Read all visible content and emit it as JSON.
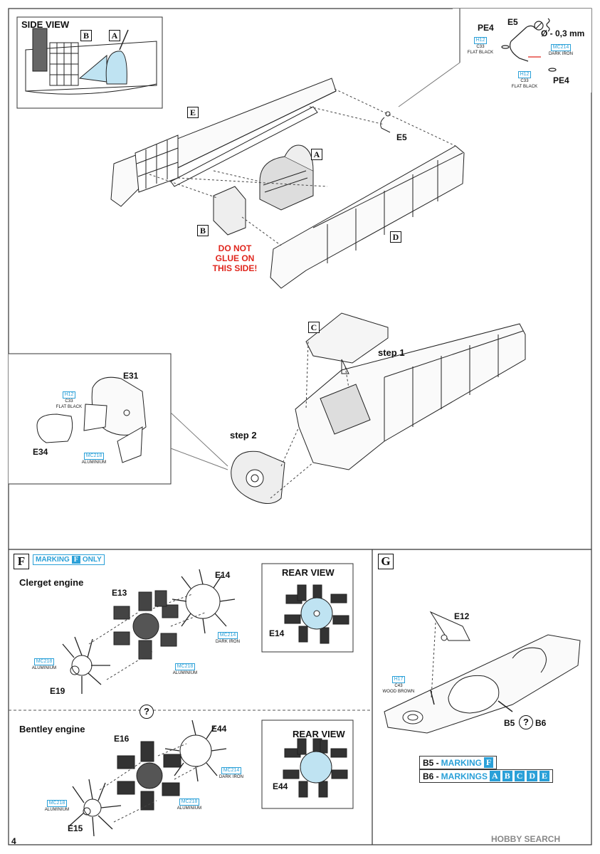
{
  "page_number": "4",
  "watermark": "HOBBY SEARCH",
  "top": {
    "side_view_title": "SIDE VIEW",
    "side_view_letters": [
      "B",
      "A"
    ],
    "letter_E": "E",
    "letter_A": "A",
    "letter_B": "B",
    "letter_D": "D",
    "letter_C": "C",
    "warning": [
      "DO NOT",
      "GLUE ON",
      "THIS SIDE!"
    ],
    "part_E5_main": "E5",
    "inset": {
      "PE4_top": "PE4",
      "E5": "E5",
      "drill": "Ø - 0,3 mm",
      "paint1": {
        "code": "H12",
        "code2": "C33",
        "name": "FLAT BLACK"
      },
      "paint2": {
        "code": "MC214",
        "name": "DARK IRON"
      },
      "paint3": {
        "code": "H12",
        "code2": "C33",
        "name": "FLAT BLACK"
      },
      "PE4_bottom": "PE4"
    }
  },
  "middle": {
    "step1": "step 1",
    "step2": "step 2",
    "E31": "E31",
    "E34": "E34",
    "paint1": {
      "code": "H12",
      "code2": "C33",
      "name": "FLAT BLACK"
    },
    "paint2": {
      "code": "MC218",
      "name": "ALUMINIUM"
    }
  },
  "sectionF": {
    "letter": "F",
    "marking_word": "MARKING",
    "marking_chip": "F",
    "marking_only": "ONLY",
    "clerget_title": "Clerget engine",
    "E13": "E13",
    "E14": "E14",
    "E19": "E19",
    "rear_view": "REAR VIEW",
    "rear_E14": "E14",
    "paint_mc218_left": {
      "code": "MC218",
      "name": "ALUMINIUM"
    },
    "paint_mc218_mid": {
      "code": "MC218",
      "name": "ALUMINIUM"
    },
    "paint_mc214": {
      "code": "MC214",
      "name": "DARK IRON"
    },
    "question": "?",
    "bentley_title": "Bentley engine",
    "E16": "E16",
    "E44": "E44",
    "E15": "E15",
    "rear_view2": "REAR VIEW",
    "rear_E44": "E44",
    "paint2_mc218_left": {
      "code": "MC218",
      "name": "ALUMINIUM"
    },
    "paint2_mc218_mid": {
      "code": "MC218",
      "name": "ALUMINIUM"
    },
    "paint2_mc214": {
      "code": "MC214",
      "name": "DARK IRON"
    }
  },
  "sectionG": {
    "letter": "G",
    "E12": "E12",
    "paint": {
      "code": "H17",
      "code2": "C43",
      "name": "WOOD BROWN"
    },
    "b5": "B5",
    "question": "?",
    "b6": "B6",
    "legend": [
      {
        "key": "B5 -",
        "word": "MARKING",
        "chips": [
          "F"
        ]
      },
      {
        "key": "B6 -",
        "word": "MARKINGS",
        "chips": [
          "A",
          "B",
          "C",
          "D",
          "E"
        ]
      }
    ]
  }
}
